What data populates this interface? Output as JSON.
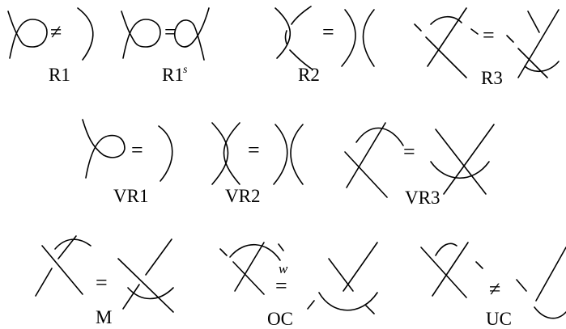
{
  "moves": [
    {
      "id": "R1",
      "label": "R1",
      "label_sup": "",
      "relation": "≠",
      "relation_mark": ""
    },
    {
      "id": "R1s",
      "label": "R1",
      "label_sup": "s",
      "relation": "=",
      "relation_mark": ""
    },
    {
      "id": "R2",
      "label": "R2",
      "label_sup": "",
      "relation": "=",
      "relation_mark": ""
    },
    {
      "id": "R3",
      "label": "R3",
      "label_sup": "",
      "relation": "=",
      "relation_mark": ""
    },
    {
      "id": "VR1",
      "label": "VR1",
      "label_sup": "",
      "relation": "=",
      "relation_mark": ""
    },
    {
      "id": "VR2",
      "label": "VR2",
      "label_sup": "",
      "relation": "=",
      "relation_mark": ""
    },
    {
      "id": "VR3",
      "label": "VR3",
      "label_sup": "",
      "relation": "=",
      "relation_mark": ""
    },
    {
      "id": "M",
      "label": "M",
      "label_sup": "",
      "relation": "=",
      "relation_mark": ""
    },
    {
      "id": "OC",
      "label": "OC",
      "label_sup": "",
      "relation": "=",
      "relation_mark": "w"
    },
    {
      "id": "UC",
      "label": "UC",
      "label_sup": "",
      "relation": "≠",
      "relation_mark": ""
    }
  ],
  "colors": {
    "ink": "#000000",
    "background": "#ffffff"
  }
}
